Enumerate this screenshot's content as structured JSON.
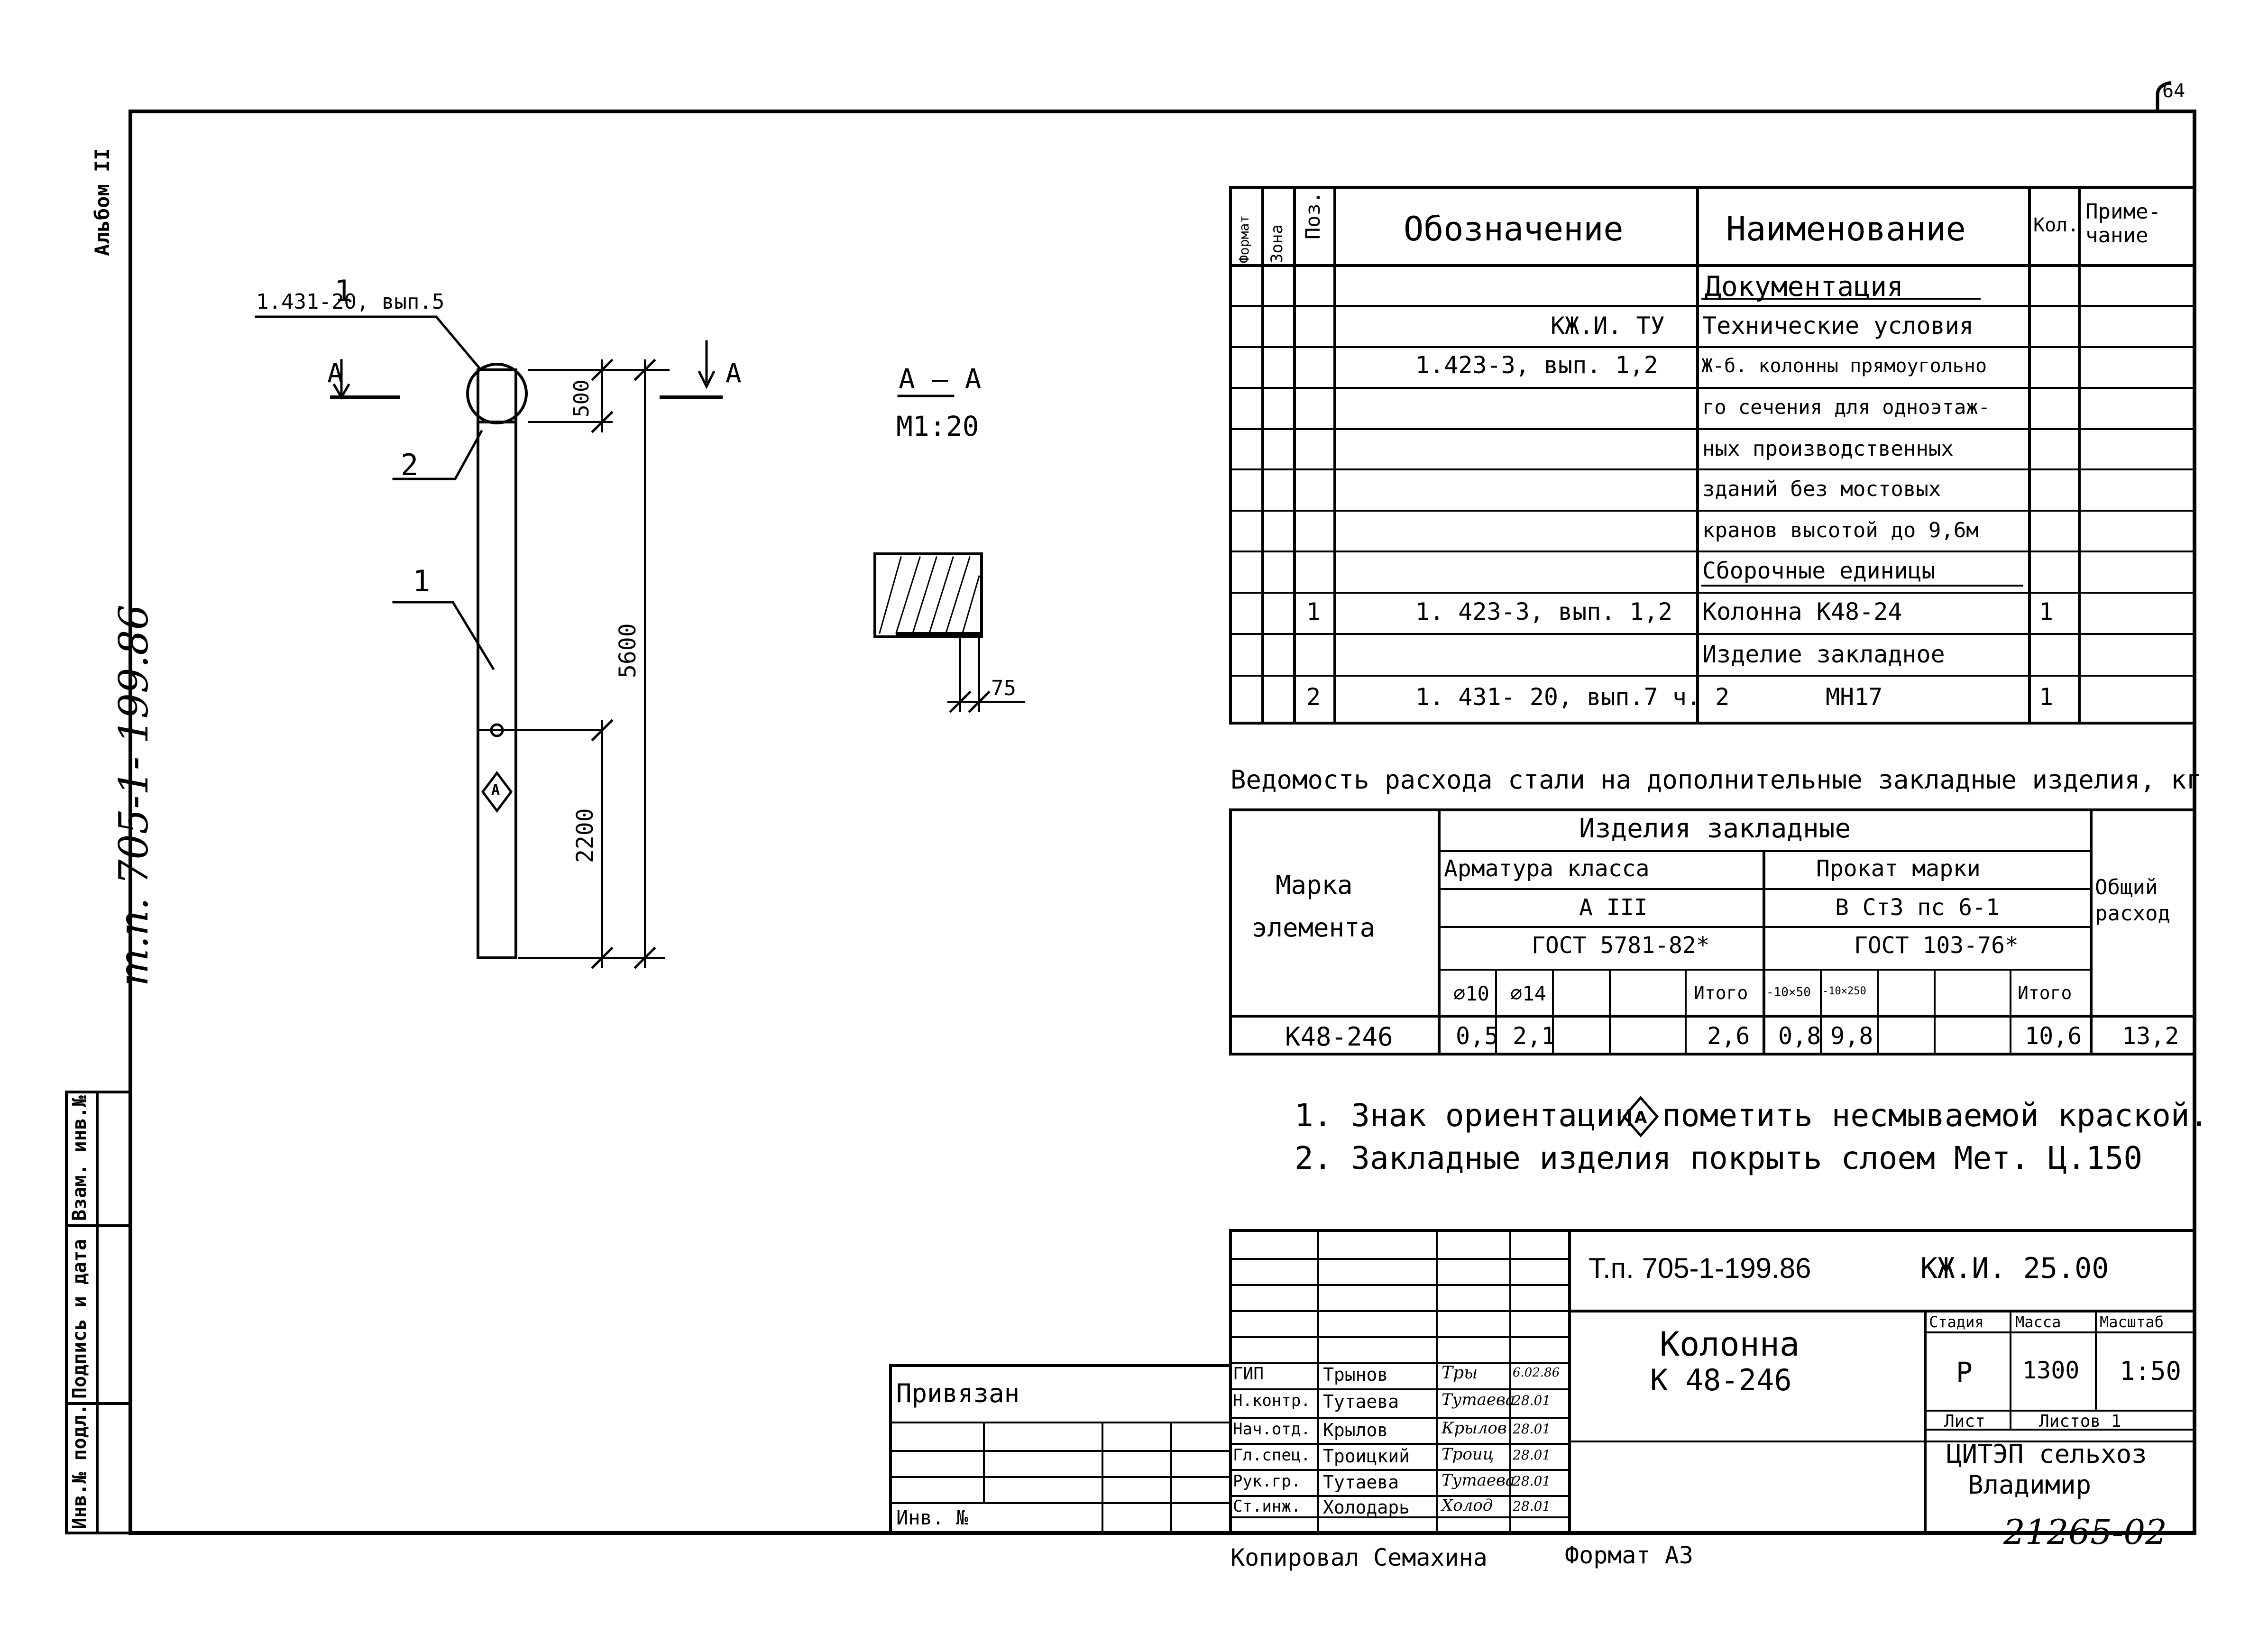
{
  "top_right_number": "64",
  "album": "Альбом II",
  "left_vertical_code": "т.п. 705-1- 199.86",
  "stamp_side": {
    "inv_podl": "Инв.№ подл.",
    "podpis": "Подпись и дата",
    "vzam": "Взам. инв.№"
  },
  "drawing": {
    "callout_1_top": "1",
    "ref_text": "1.431-20, вып.5",
    "section_a_left": "А",
    "section_a_right": "А",
    "callout_2": "2",
    "callout_1_mid": "1",
    "dim_500": "500",
    "dim_5600": "5600",
    "dim_2200": "2200",
    "orient_mark": "А",
    "section_title": "А – А",
    "section_scale": "М1:20",
    "dim_75": "75"
  },
  "spec_table": {
    "headers": {
      "format": "Формат",
      "zona": "Зона",
      "poz": "Поз.",
      "oboznachenie": "Обозначение",
      "naimenovanie": "Наименование",
      "kol": "Кол.",
      "primechanie_1": "Приме-",
      "primechanie_2": "чание"
    },
    "rows": [
      {
        "poz": "",
        "obozn": "",
        "name": "Документация",
        "kol": ""
      },
      {
        "poz": "",
        "obozn": "КЖ.И. ТУ",
        "name": "Технические условия",
        "kol": ""
      },
      {
        "poz": "",
        "obozn": "1.423-3, вып. 1,2",
        "name": "Ж-б. колонны прямоугольно",
        "kol": ""
      },
      {
        "poz": "",
        "obozn": "",
        "name": "го сечения для одноэтаж-",
        "kol": ""
      },
      {
        "poz": "",
        "obozn": "",
        "name": "ных производственных",
        "kol": ""
      },
      {
        "poz": "",
        "obozn": "",
        "name": "зданий без мостовых",
        "kol": ""
      },
      {
        "poz": "",
        "obozn": "",
        "name": "кранов высотой до 9,6м",
        "kol": ""
      },
      {
        "poz": "",
        "obozn": "",
        "name": "Сборочные единицы",
        "kol": ""
      },
      {
        "poz": "1",
        "obozn": "1. 423-3, вып. 1,2",
        "name": "Колонна       К48-24",
        "kol": "1"
      },
      {
        "poz": "",
        "obozn": "",
        "name": "Изделие закладное",
        "kol": ""
      },
      {
        "poz": "2",
        "obozn": "1. 431- 20, вып.7 ч. 2",
        "name": "МН17",
        "kol": "1"
      }
    ]
  },
  "steel": {
    "title": "Ведомость расхода стали на дополнительные закладные изделия, кг",
    "izdeliya": "Изделия   закладные",
    "marka_1": "Марка",
    "marka_2": "элемента",
    "armatura": "Арматура   класса",
    "klass": "А III",
    "gost_arm": "ГОСТ 5781-82*",
    "prokat": "Прокат   марки",
    "stal": "В Ст3 пс 6-1",
    "gost_prokat": "ГОСТ 103-76*",
    "obshchiy_1": "Общий",
    "obshchiy_2": "расход",
    "sub": [
      "⌀10",
      "⌀14",
      "",
      "",
      "Итого",
      "-10×50",
      "-10×250",
      "",
      "",
      "Итого"
    ],
    "row": {
      "marka": "К48-246",
      "vals": [
        "0,5",
        "2,1",
        "",
        "",
        "2,6",
        "0,8",
        "9,8",
        "",
        "",
        "10,6"
      ],
      "total": "13,2"
    }
  },
  "notes": [
    "1. Знак ориентации",
    "пометить несмываемой краской.",
    "2. Закладные изделия покрыть слоем Мет. Ц.150"
  ],
  "title_block": {
    "privyazan": "Привязан",
    "inv_no": "Инв. №",
    "code1": "Т.п. 705-1-199.86",
    "code2": "КЖ.И. 25.00",
    "name_1": "Колонна",
    "name_2": "К 48-246",
    "stadiya": "Стадия",
    "massa": "Масса",
    "masshtab": "Масштаб",
    "stadiya_val": "Р",
    "massa_val": "1300",
    "masshtab_val": "1:50",
    "list": "Лист",
    "listov": "Листов 1",
    "org_1": "ЦИТЭП сельхоз",
    "org_2": "Владимир",
    "staff": [
      {
        "role": "ГИП",
        "name": "Трынов",
        "sign": "Тры",
        "date": "6.02.86"
      },
      {
        "role": "Н.контр.",
        "name": "Тутаева",
        "sign": "Тутаева",
        "date": "28.01"
      },
      {
        "role": "Нач.отд.",
        "name": "Крылов",
        "sign": "Крылов",
        "date": "28.01"
      },
      {
        "role": "Гл.спец.",
        "name": "Троицкий",
        "sign": "Троиц",
        "date": "28.01"
      },
      {
        "role": "Рук.гр.",
        "name": "Тутаева",
        "sign": "Тутаева",
        "date": "28.01"
      },
      {
        "role": "Ст.инж.",
        "name": "Холодарь",
        "sign": "Холод",
        "date": "28.01"
      }
    ]
  },
  "footer": {
    "kopiroval": "Копировал Семахина",
    "format": "Формат А3",
    "number": "21265-02"
  }
}
